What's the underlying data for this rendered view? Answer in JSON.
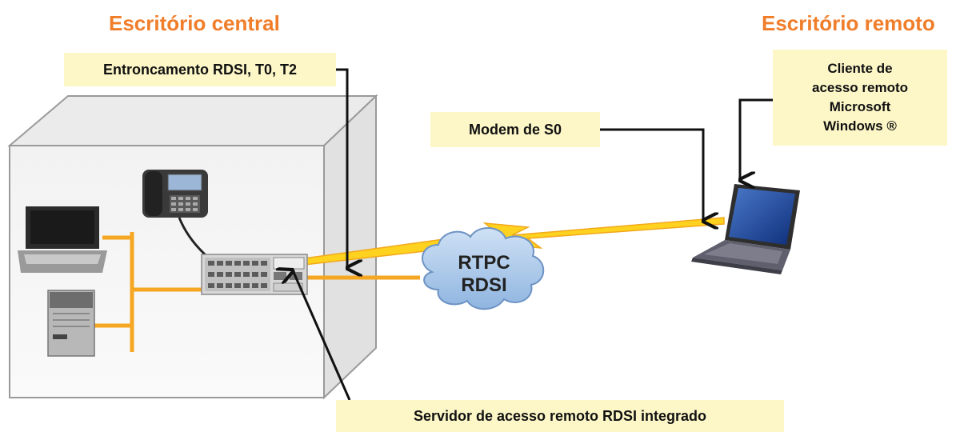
{
  "central_office": {
    "title": "Escritório central"
  },
  "remote_office": {
    "title": "Escritório remoto"
  },
  "labels": {
    "trunking": "Entroncamento RDSI, T0, T2",
    "modem": "Modem de S0",
    "client_lines": [
      "Cliente de",
      "acesso remoto",
      "Microsoft",
      "Windows ®"
    ],
    "server": "Servidor de acesso remoto RDSI integrado"
  },
  "cloud": {
    "lines": [
      "RTPC",
      "RDSI"
    ]
  },
  "colors": {
    "accent": "#f07d2a",
    "note_bg": "#fdf7c8",
    "link": "#f5a623",
    "cloud": "#a9c8ea"
  },
  "icons": [
    "laptop-icon",
    "desk-phone-icon",
    "tower-server-icon",
    "isdn-server-icon",
    "cloud-icon",
    "lightning-icon",
    "remote-laptop-icon"
  ]
}
